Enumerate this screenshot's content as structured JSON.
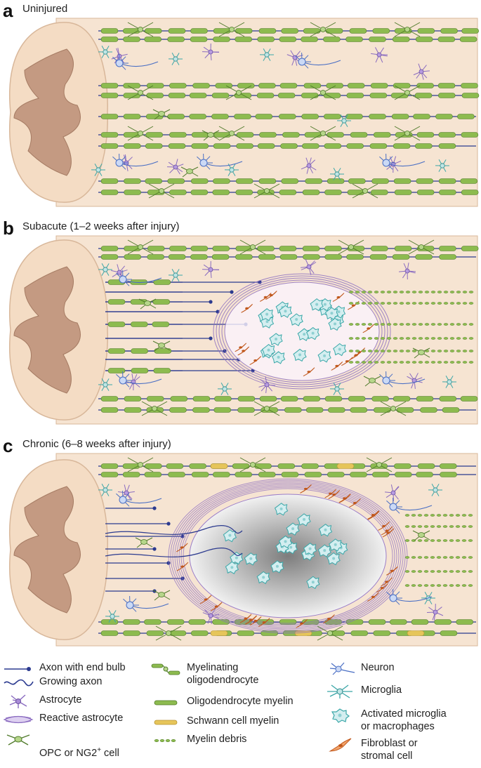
{
  "panels": [
    {
      "letter": "a",
      "title": "Uninjured"
    },
    {
      "letter": "b",
      "title": "Subacute (1–2 weeks after injury)"
    },
    {
      "letter": "c",
      "title": "Chronic (6–8 weeks after injury)"
    }
  ],
  "legend": {
    "axon_end_bulb": "Axon with end bulb",
    "growing_axon": "Growing axon",
    "astrocyte": "Astrocyte",
    "reactive_astrocyte": "Reactive astrocyte",
    "opc_prefix": "OPC or NG2",
    "opc_sup": "+",
    "opc_suffix": " cell",
    "myelinating_oligo": "Myelinating\noligodendrocyte",
    "oligo_myelin": "Oligodendrocyte myelin",
    "schwann_myelin": "Schwann cell myelin",
    "myelin_debris": "Myelin debris",
    "neuron": "Neuron",
    "microglia": "Microglia",
    "activated_microglia": "Activated microglia\nor macrophages",
    "fibroblast": "Fibroblast or\nstromal cell"
  },
  "colors": {
    "tissue": "#f6e4d2",
    "tissue_edge": "#d8b79a",
    "grey_matter": "#c49a82",
    "axon": "#2b3a8f",
    "myelin": "#8dbb4f",
    "myelin_edge": "#4f7a2a",
    "schwann": "#e6c55a",
    "astrocyte": "#8a6bc0",
    "microglia": "#3aa7a8",
    "fibroblast": "#e0782c",
    "neuron": "#4a6fc4"
  }
}
